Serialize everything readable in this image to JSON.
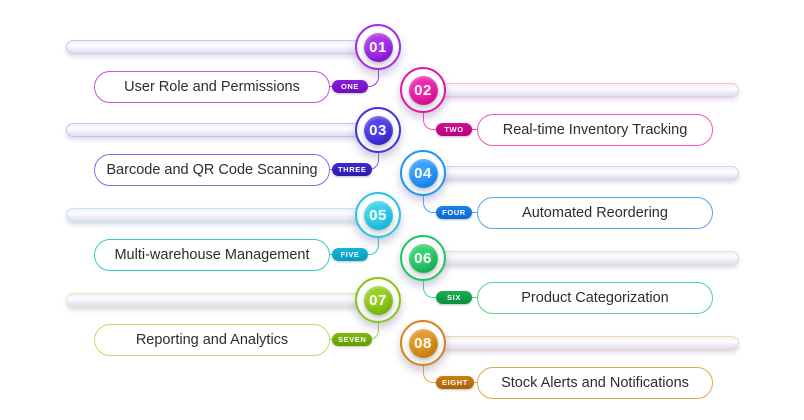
{
  "canvas": {
    "background": "#ffffff"
  },
  "items": [
    {
      "num": "01",
      "word": "ONE",
      "label": "User Role and Permissions",
      "colors": {
        "circleFrom": "#a93ae8",
        "circleTo": "#7e0fd2",
        "ring": "#9f2fe0",
        "pill": "#c653e6",
        "badgeFrom": "#8a1fd8",
        "badgeTo": "#6d0cc0",
        "conn": "#a43ae0",
        "barEdge": "#d8c2f0"
      }
    },
    {
      "num": "02",
      "word": "TWO",
      "label": "Real-time Inventory Tracking",
      "colors": {
        "circleFrom": "#f02aae",
        "circleTo": "#cc0a8c",
        "ring": "#e8189e",
        "pill": "#f556b8",
        "badgeFrom": "#d60e92",
        "badgeTo": "#b8007a",
        "conn": "#ef4fb0",
        "barEdge": "#f5c4e2"
      }
    },
    {
      "num": "03",
      "word": "THREE",
      "label": "Barcode and QR Code Scanning",
      "colors": {
        "circleFrom": "#5244e8",
        "circleTo": "#2e20c0",
        "ring": "#4334d8",
        "pill": "#9166ec",
        "badgeFrom": "#3c2cd0",
        "badgeTo": "#2a1cb0",
        "conn": "#8a5ce8",
        "barEdge": "#c9c2f2"
      }
    },
    {
      "num": "04",
      "word": "FOUR",
      "label": "Automated Reordering",
      "colors": {
        "circleFrom": "#3aa0f8",
        "circleTo": "#0d7ce8",
        "ring": "#2196f3",
        "pill": "#54a5f2",
        "badgeFrom": "#1b82ee",
        "badgeTo": "#0b66d0",
        "conn": "#54a5f2",
        "barEdge": "#c0dcf8"
      }
    },
    {
      "num": "05",
      "word": "FIVE",
      "label": "Multi-warehouse Management",
      "colors": {
        "circleFrom": "#3ed2ea",
        "circleTo": "#12b0d6",
        "ring": "#29c5e0",
        "pill": "#35ccc2",
        "badgeFrom": "#17b4d8",
        "badgeTo": "#089ac0",
        "conn": "#35ccc2",
        "barEdge": "#bfe9ef"
      }
    },
    {
      "num": "06",
      "word": "SIX",
      "label": "Product Categorization",
      "colors": {
        "circleFrom": "#35d272",
        "circleTo": "#12a84c",
        "ring": "#22c55e",
        "pill": "#4fd985",
        "badgeFrom": "#16ae50",
        "badgeTo": "#0a9040",
        "conn": "#4fd985",
        "barEdge": "#c2ecd2"
      }
    },
    {
      "num": "07",
      "word": "SEVEN",
      "label": "Reporting and Analytics",
      "colors": {
        "circleFrom": "#97cf26",
        "circleTo": "#72ae04",
        "ring": "#8bc516",
        "pill": "#bedc6a",
        "badgeFrom": "#7fba0e",
        "badgeTo": "#639c02",
        "conn": "#a5d43a",
        "barEdge": "#dcedb2"
      }
    },
    {
      "num": "08",
      "word": "EIGHT",
      "label": "Stock Alerts and Notifications",
      "colors": {
        "circleFrom": "#e49a28",
        "circleTo": "#bf750c",
        "ring": "#d4861c",
        "pill": "#e2a84b",
        "badgeFrom": "#cc7e12",
        "badgeTo": "#a96204",
        "conn": "#e2a84b",
        "barEdge": "#f0d8ae"
      }
    }
  ]
}
